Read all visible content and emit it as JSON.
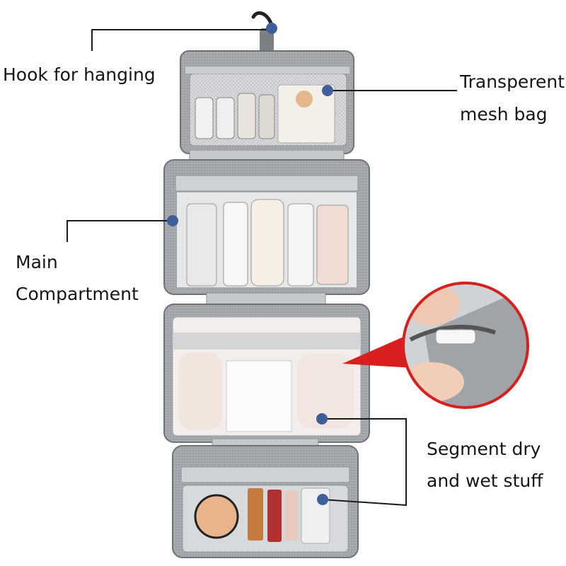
{
  "callouts": {
    "hook": "Hook for hanging",
    "mesh_line1": "Transperent",
    "mesh_line2": "mesh bag",
    "main_line1": "Main",
    "main_line2": "Compartment",
    "segment_line1": "Segment dry",
    "segment_line2": "and wet stuff"
  },
  "colors": {
    "marker_dot": "#3f5f9c",
    "leader_line": "#1a1a1a",
    "bag_gray": "#9ea2a6",
    "bag_dark": "#6f7377",
    "zoom_ring": "#d81e1e"
  },
  "icons": {
    "hook": "hanging-hook-icon",
    "markers": "callout-dot-icon"
  }
}
